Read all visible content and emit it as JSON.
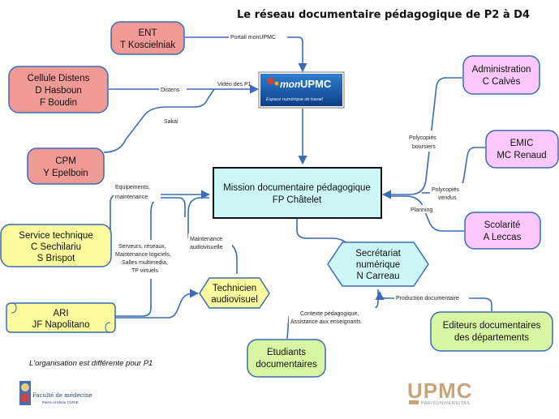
{
  "title": "Le réseau documentaire pédagogique de P2 à D4",
  "colors": {
    "red_node": "#f09a96",
    "yellow_node": "#fbfb9e",
    "pink_node": "#fcc8fb",
    "green_node": "#d8f5a4",
    "center_node": "#cdf7f7",
    "edge": "#3a6bb5",
    "upmc_brand": "#c9a47a"
  },
  "nodes": {
    "ent": [
      "ENT",
      "T Koscielniak"
    ],
    "distens": [
      "Cellule Distens",
      "D Hasboun",
      "F Boudin"
    ],
    "cpm": [
      "CPM",
      "Y Epelboin"
    ],
    "service": [
      "Service technique",
      "C Sechilariu",
      "S Brispot"
    ],
    "ari": [
      "ARI",
      "JF Napolitano"
    ],
    "admin": [
      "Administration",
      "C Calvès"
    ],
    "emic": [
      "EMIC",
      "MC Renaud"
    ],
    "scolarite": [
      "Scolarité",
      "A Leccas"
    ],
    "mission": [
      "Mission documentaire pédagogique",
      "FP Châtelet"
    ],
    "secretariat": [
      "Secrétariat",
      "numérique",
      "N Carreau"
    ],
    "technicien": [
      "Technicien",
      "audiovisuel"
    ],
    "etudiants": [
      "Etudiants",
      "documentaires"
    ],
    "editeurs": [
      "Editeurs documentaires",
      "des départements"
    ]
  },
  "monupmc": {
    "mon": "mon",
    "upmc": "UPMC",
    "subtitle": "Espace numérique de travail"
  },
  "edge_labels": {
    "portail": "Portail monUPMC",
    "distens": "Distens",
    "video": "Vidéo des P1",
    "sakai": "Sakai",
    "equipements": [
      "Equipements,",
      "maintenance"
    ],
    "serveurs": [
      "Serveurs, réseaux,",
      "Maintenance logiciels,",
      "Salles multimedia,",
      "TP virtuels"
    ],
    "maintenance_av": [
      "Maintenance",
      "audiovisuelle"
    ],
    "polycopies_boursiers": [
      "Polycopiés",
      "boursiers"
    ],
    "polycopies_vendus": [
      "Polycopiés",
      "vendus"
    ],
    "planning": "Planning",
    "contexte": [
      "Contexte pédagogique,",
      "Assistance aux enseignants"
    ],
    "production": "Production documentaire"
  },
  "note": "L'organisation est différente pour P1",
  "logos": {
    "faculte_line1": "Faculté de médecine",
    "faculte_line2": "Pierre et Marie CURIE",
    "upmc": "UPMC",
    "upmc_sub": "PARISUNIVERSITAS"
  }
}
